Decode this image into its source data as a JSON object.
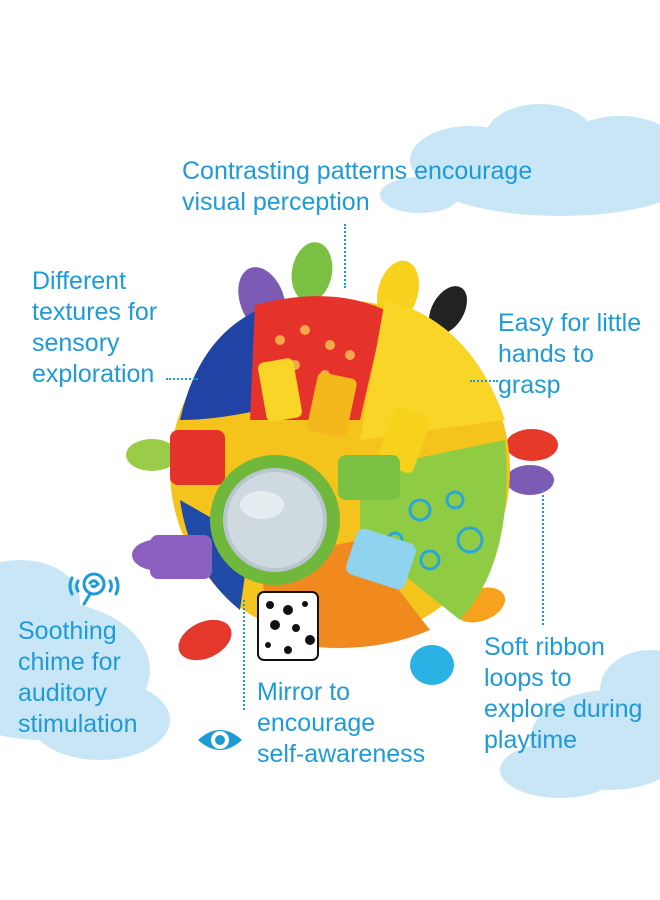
{
  "colors": {
    "label_text": "#1e9bd7",
    "cloud": "#c8e6f5",
    "cloud_light": "#dcf0fa"
  },
  "icons": [
    "chime-icon",
    "eye-icon"
  ],
  "callouts": {
    "patterns": {
      "lines": [
        "Contrasting patterns encourage",
        "visual perception"
      ]
    },
    "textures": {
      "lines": [
        "Different",
        "textures for",
        "sensory",
        "exploration"
      ]
    },
    "grasp": {
      "lines": [
        "Easy for little",
        "hands to",
        "grasp"
      ]
    },
    "chime": {
      "lines": [
        "Soothing",
        "chime for",
        "auditory",
        "stimulation"
      ]
    },
    "mirror": {
      "lines": [
        "Mirror to",
        "encourage",
        "self-awareness"
      ]
    },
    "ribbon": {
      "lines": [
        "Soft ribbon",
        "loops to",
        "explore during",
        "playtime"
      ]
    }
  }
}
